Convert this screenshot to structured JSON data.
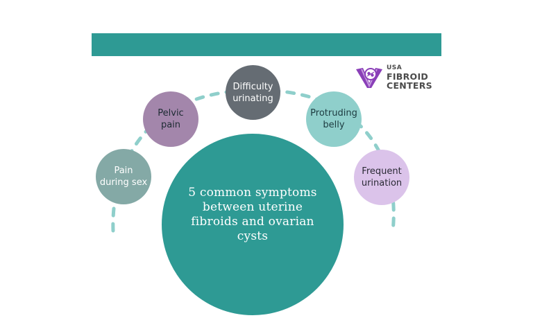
{
  "center": {
    "text": "5 common symptoms between uterine fibroids and ovarian cysts"
  },
  "symptoms": [
    {
      "label": "Pain\nduring sex",
      "color": "#84a9a6"
    },
    {
      "label": "Pelvic\npain",
      "color": "#a386ab"
    },
    {
      "label": "Difficulty\nurinating",
      "color": "#656c73"
    },
    {
      "label": "Protruding\nbelly",
      "color": "#8fcfcb"
    },
    {
      "label": "Frequent\nurination",
      "color": "#dbc3ea"
    }
  ],
  "logo": {
    "line1": "USA",
    "line2": "FIBROID",
    "line3": "CENTERS",
    "mark_color": "#8a3fb8"
  },
  "colors": {
    "teal": "#2e9a94",
    "dash": "#8fcfcb"
  }
}
